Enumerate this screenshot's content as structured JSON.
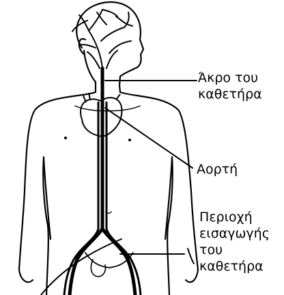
{
  "labels": {
    "catheter_tip": [
      "Άκρο του",
      "καθετήρα"
    ],
    "aorta": "Αορτή",
    "insertion_site": [
      "Περιοχή",
      "εισαγωγής",
      "του",
      "καθετήρα"
    ]
  },
  "colors": {
    "ink": "#000000",
    "background": "#ffffff"
  }
}
